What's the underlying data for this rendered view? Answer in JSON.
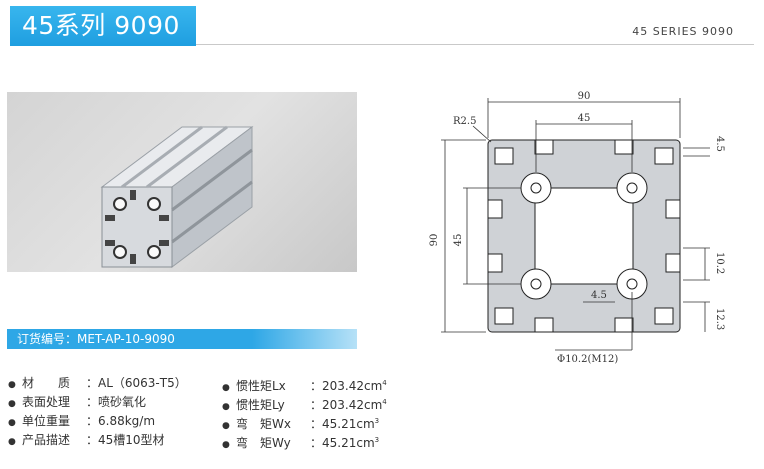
{
  "header": {
    "title": "45系列 9090",
    "series": "45 SERIES 9090"
  },
  "drawing": {
    "dims": {
      "top_width": "90",
      "inner_width": "45",
      "radius": "R2.5",
      "slot_45": "4.5",
      "height": "90",
      "inner_height": "45",
      "slot_width": "10.2",
      "depth": "12.3",
      "wall": "4.5",
      "hole": "Φ10.2(M12)"
    }
  },
  "order": {
    "text": "订货编号：MET-AP-10-9090"
  },
  "specs_left": [
    {
      "label": "材　　质",
      "value": "：AL（6063-T5）"
    },
    {
      "label": "表面处理",
      "value": "：喷砂氧化"
    },
    {
      "label": "单位重量",
      "value": "：6.88kg/m"
    },
    {
      "label": "产品描述",
      "value": "：45槽10型材"
    }
  ],
  "specs_right": [
    {
      "label": "惯性矩Lx",
      "value": "：203.42cm",
      "sup": "4"
    },
    {
      "label": "惯性矩Ly",
      "value": "：203.42cm",
      "sup": "4"
    },
    {
      "label": "弯　矩Wx",
      "value": "：45.21cm",
      "sup": "3"
    },
    {
      "label": "弯　矩Wy",
      "value": "：45.21cm",
      "sup": "3"
    }
  ],
  "colors": {
    "accent": "#2ea7e6",
    "profile_fill": "#cfd2d6",
    "line": "#333333"
  }
}
